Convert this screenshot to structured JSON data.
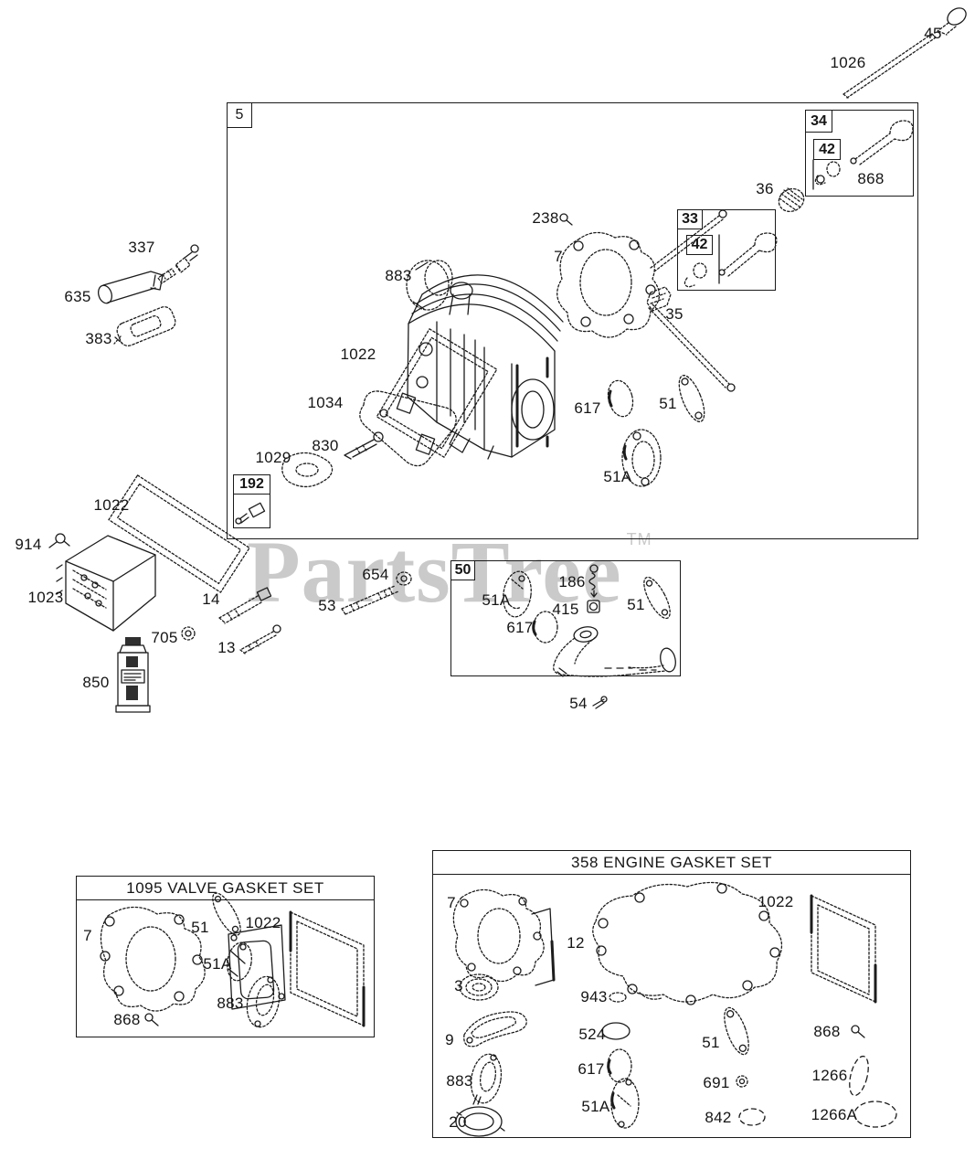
{
  "watermark": {
    "text": "PartsTree",
    "tm": "TM",
    "color": "#cacaca"
  },
  "tags": {
    "main_view": "5",
    "exhaust_valve_box": "34",
    "valve_detail_a": "42",
    "intake_valve_box": "33",
    "valve_detail_b": "42",
    "screw_box": "192",
    "exhaust_group_box": "50"
  },
  "titles": {
    "valve_gasket_set": "1095 VALVE GASKET SET",
    "engine_gasket_set": "358 ENGINE GASKET SET"
  },
  "labels": [
    "45",
    "1026",
    "337",
    "635",
    "383",
    "883",
    "238",
    "7",
    "36",
    "35",
    "868",
    "1022",
    "1034",
    "830",
    "1029",
    "617",
    "51",
    "51A",
    "1022",
    "914",
    "1023",
    "14",
    "705",
    "13",
    "850",
    "654",
    "53",
    "51A",
    "186",
    "415",
    "51",
    "617",
    "54",
    "7",
    "51",
    "1022",
    "51A",
    "883",
    "868",
    "7",
    "12",
    "3",
    "943",
    "1022",
    "9",
    "883",
    "20",
    "524",
    "617",
    "51A",
    "51",
    "691",
    "842",
    "868",
    "1266",
    "1266A"
  ]
}
